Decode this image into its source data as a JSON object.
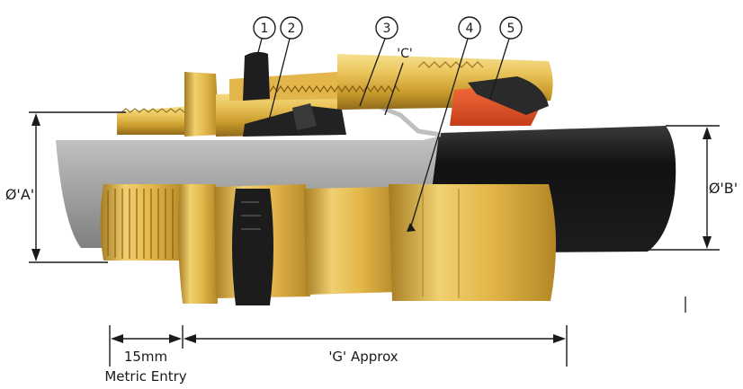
{
  "callouts": [
    "1",
    "2",
    "3",
    "4",
    "5"
  ],
  "labels": {
    "c": "'C'",
    "dia_a": "Ø'A'",
    "dia_b": "Ø'B'",
    "thread_length": "15mm",
    "metric_entry": "Metric Entry",
    "g_approx": "'G' Approx"
  },
  "colors": {
    "brass_light": "#f4d77a",
    "brass_mid": "#d9ad3c",
    "brass_dark": "#9a7420",
    "cable_grey": "#a9a9a9",
    "cable_black": "#1c1c1c",
    "seal_orange": "#e8552a",
    "seal_black": "#262626"
  }
}
